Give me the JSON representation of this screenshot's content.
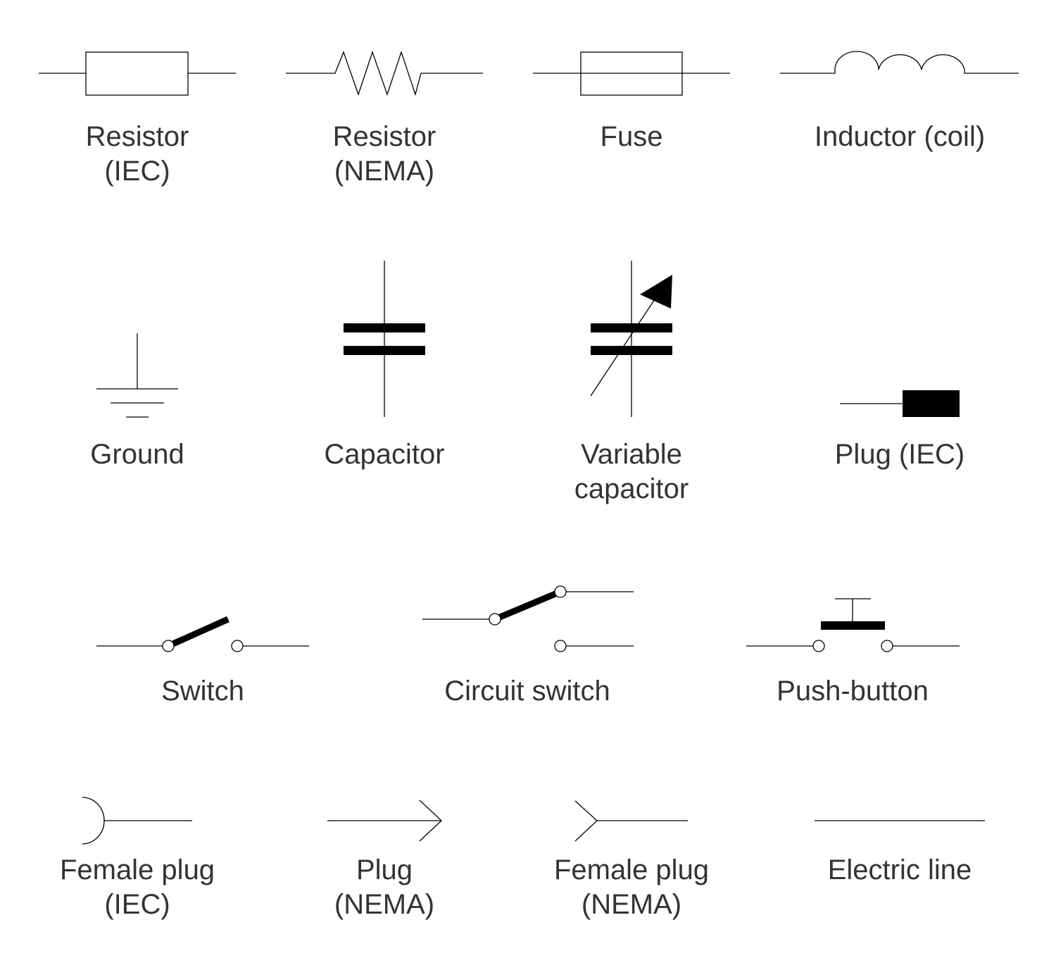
{
  "symbols": {
    "resistor_iec": {
      "line1": "Resistor",
      "line2": "(IEC)"
    },
    "resistor_nema": {
      "line1": "Resistor",
      "line2": "(NEMA)"
    },
    "fuse": {
      "line1": "Fuse"
    },
    "inductor": {
      "line1": "Inductor (coil)"
    },
    "ground": {
      "line1": "Ground"
    },
    "capacitor": {
      "line1": "Capacitor"
    },
    "variable_capacitor": {
      "line1": "Variable",
      "line2": "capacitor"
    },
    "plug_iec": {
      "line1": "Plug (IEC)"
    },
    "switch": {
      "line1": "Switch"
    },
    "circuit_switch": {
      "line1": "Circuit switch"
    },
    "push_button": {
      "line1": "Push-button"
    },
    "female_plug_iec": {
      "line1": "Female plug",
      "line2": "(IEC)"
    },
    "plug_nema": {
      "line1": "Plug",
      "line2": "(NEMA)"
    },
    "female_plug_nema": {
      "line1": "Female plug",
      "line2": "(NEMA)"
    },
    "electric_line": {
      "line1": "Electric line"
    }
  }
}
